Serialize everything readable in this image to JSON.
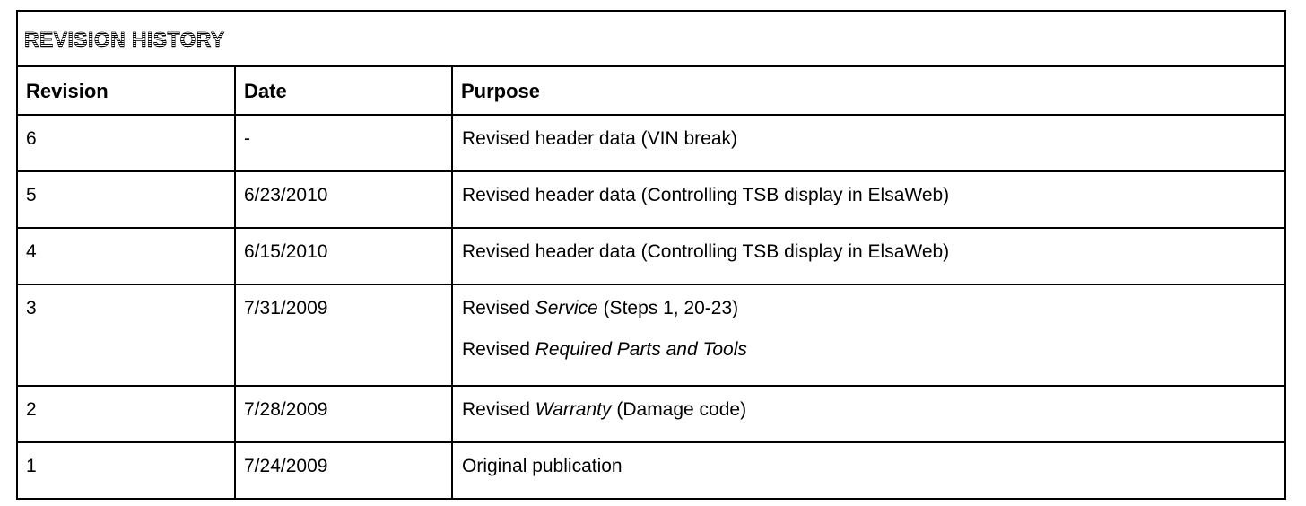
{
  "document": {
    "title": "REVISION HISTORY"
  },
  "table": {
    "columns": [
      {
        "key": "revision",
        "label": "Revision"
      },
      {
        "key": "date",
        "label": "Date"
      },
      {
        "key": "purpose",
        "label": "Purpose"
      }
    ],
    "rows": [
      {
        "revision": "6",
        "date": "-",
        "purpose_lines": [
          {
            "segments": [
              {
                "text": "Revised header data (VIN break)",
                "italic": false
              }
            ]
          }
        ]
      },
      {
        "revision": "5",
        "date": "6/23/2010",
        "purpose_lines": [
          {
            "segments": [
              {
                "text": "Revised header data (Controlling TSB display in ElsaWeb)",
                "italic": false
              }
            ]
          }
        ]
      },
      {
        "revision": "4",
        "date": "6/15/2010",
        "purpose_lines": [
          {
            "segments": [
              {
                "text": "Revised header data (Controlling TSB display in ElsaWeb)",
                "italic": false
              }
            ]
          }
        ]
      },
      {
        "revision": "3",
        "date": "7/31/2009",
        "purpose_lines": [
          {
            "segments": [
              {
                "text": "Revised ",
                "italic": false
              },
              {
                "text": "Service",
                "italic": true
              },
              {
                "text": " (Steps 1, 20-23)",
                "italic": false
              }
            ]
          },
          {
            "segments": [
              {
                "text": "Revised ",
                "italic": false
              },
              {
                "text": "Required Parts and Tools",
                "italic": true
              }
            ]
          }
        ]
      },
      {
        "revision": "2",
        "date": "7/28/2009",
        "purpose_lines": [
          {
            "segments": [
              {
                "text": "Revised ",
                "italic": false
              },
              {
                "text": "Warranty",
                "italic": true
              },
              {
                "text": " (Damage code)",
                "italic": false
              }
            ]
          }
        ]
      },
      {
        "revision": "1",
        "date": "7/24/2009",
        "purpose_lines": [
          {
            "segments": [
              {
                "text": "Original publication",
                "italic": false
              }
            ]
          }
        ]
      }
    ]
  },
  "colors": {
    "ink": "#000000",
    "paper": "#ffffff"
  }
}
